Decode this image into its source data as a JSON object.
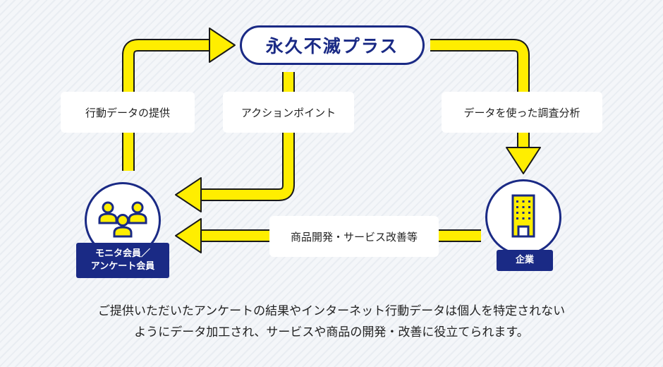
{
  "brand": {
    "name": "永久不滅プラス"
  },
  "flows": {
    "behavior_data": "行動データの提供",
    "action_points": "アクションポイント",
    "analysis": "データを使った調査分析",
    "product_dev": "商品開発・サービス改善等"
  },
  "nodes": {
    "members": {
      "line1": "モニタ会員／",
      "line2": "アンケート会員",
      "icon": "people-icon"
    },
    "company": {
      "label": "企業",
      "icon": "building-icon"
    }
  },
  "caption": {
    "line1": "ご提供いただいたアンケートの結果やインターネット行動データは個人を特定されない",
    "line2": "ようにデータ加工され、サービスや商品の開発・改善に役立てられます。"
  },
  "colors": {
    "navy": "#1a2a85",
    "yellow": "#ffee00",
    "outline": "#1a1a1a"
  }
}
